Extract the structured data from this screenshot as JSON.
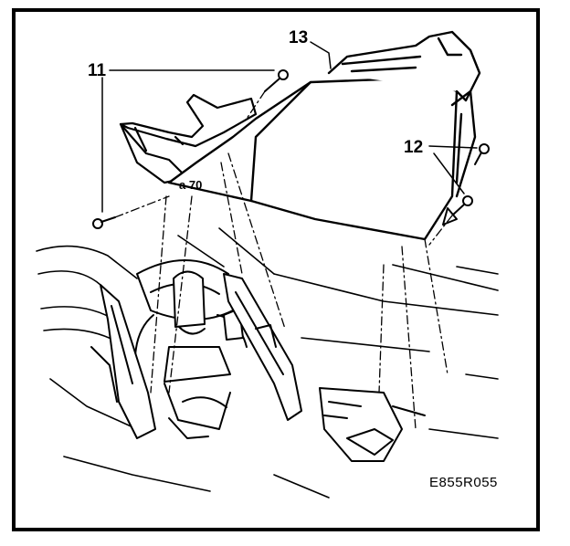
{
  "callouts": {
    "part_11": "11",
    "part_12": "12",
    "part_13": "13"
  },
  "figure_reference": "E855R055",
  "inline_marking": "a 70",
  "colors": {
    "ink": "#000000",
    "paper": "#ffffff"
  }
}
